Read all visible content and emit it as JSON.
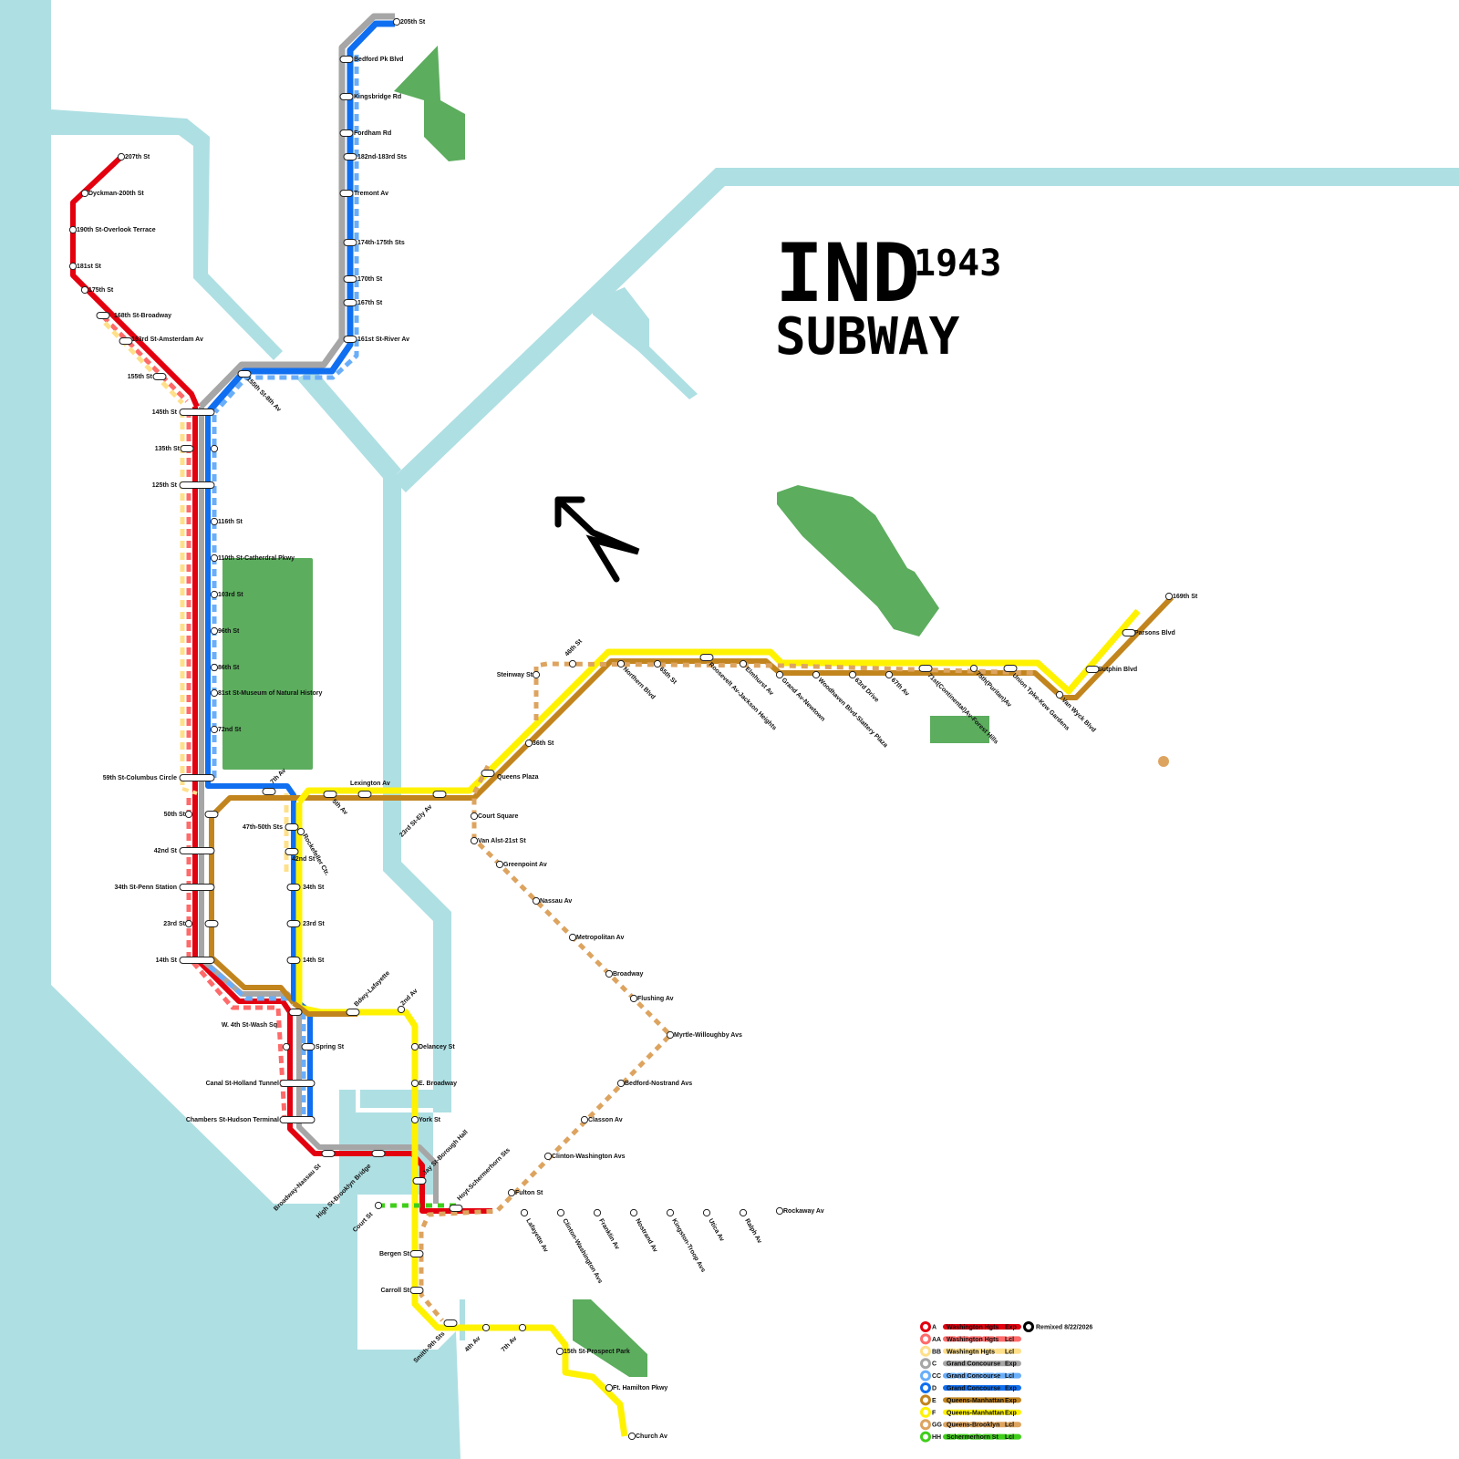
{
  "title": {
    "main": "IND",
    "year": "1943",
    "sub": "SUBWAY"
  },
  "remix_note": "Remixed 8/22/2026",
  "colors": {
    "water": "#aedfe3",
    "park": "#5cad5e",
    "red": "#e3000f",
    "red_light": "#ff6a6a",
    "cream": "#ffe08a",
    "gray": "#a6a6a6",
    "blue_light": "#6aaefa",
    "blue": "#0f6ff0",
    "brown": "#c2851e",
    "yellow": "#fff200",
    "tan": "#dda460",
    "green": "#3fce1a"
  },
  "stations": [
    {
      "id": "s1",
      "label": "207th St"
    },
    {
      "id": "s2",
      "label": "Dyckman-200th St"
    },
    {
      "id": "s3",
      "label": "190th St-Overlook Terrace"
    },
    {
      "id": "s4",
      "label": "181st St"
    },
    {
      "id": "s5",
      "label": "175th St"
    },
    {
      "id": "s6",
      "label": "168th St-Broadway"
    },
    {
      "id": "s7",
      "label": "163rd St-Amsterdam Av"
    },
    {
      "id": "s8",
      "label": "155th St"
    },
    {
      "id": "s9",
      "label": "155th St-8th Av"
    },
    {
      "id": "s10",
      "label": "145th St"
    },
    {
      "id": "s11",
      "label": "135th St"
    },
    {
      "id": "s12",
      "label": "125th St"
    },
    {
      "id": "s13",
      "label": "116th St"
    },
    {
      "id": "s14",
      "label": "110th St-Catherdral Pkwy"
    },
    {
      "id": "s15",
      "label": "103rd St"
    },
    {
      "id": "s16",
      "label": "96th St"
    },
    {
      "id": "s17",
      "label": "86th St"
    },
    {
      "id": "s18",
      "label": "81st St-Museum of Natural History"
    },
    {
      "id": "s19",
      "label": "72nd St"
    },
    {
      "id": "s20",
      "label": "59th St-Columbus Circle"
    },
    {
      "id": "s21",
      "label": "7th Av"
    },
    {
      "id": "s22",
      "label": "5th Av"
    },
    {
      "id": "s23",
      "label": "Lexington Av"
    },
    {
      "id": "s24",
      "label": "23rd St-Ely Av"
    },
    {
      "id": "s25",
      "label": "Queens Plaza"
    },
    {
      "id": "s26",
      "label": "50th St"
    },
    {
      "id": "s27",
      "label": "47th-50th Sts"
    },
    {
      "id": "s28",
      "label": "Rockefeller Ctr."
    },
    {
      "id": "s29",
      "label": "42nd St"
    },
    {
      "id": "s30",
      "label": "42nd St"
    },
    {
      "id": "s31",
      "label": "34th St-Penn Station"
    },
    {
      "id": "s32",
      "label": "34th St"
    },
    {
      "id": "s33",
      "label": "23rd St"
    },
    {
      "id": "s34",
      "label": "23rd St"
    },
    {
      "id": "s35",
      "label": "14th St"
    },
    {
      "id": "s36",
      "label": "14th St"
    },
    {
      "id": "s37",
      "label": "W. 4th St-Wash Sq"
    },
    {
      "id": "s38",
      "label": "Bdwy-Lafayette"
    },
    {
      "id": "s39",
      "label": "2nd Av"
    },
    {
      "id": "s40",
      "label": "Spring St"
    },
    {
      "id": "s41",
      "label": "Delancey St"
    },
    {
      "id": "s42",
      "label": "Canal St-Holland Tunnel"
    },
    {
      "id": "s43",
      "label": "E. Broadway"
    },
    {
      "id": "s44",
      "label": "Chambers St-Hudson Terminal"
    },
    {
      "id": "s45",
      "label": "York St"
    },
    {
      "id": "s46",
      "label": "Broadway-Nassau St"
    },
    {
      "id": "s47",
      "label": "High St-Brooklyn Bridge"
    },
    {
      "id": "s48",
      "label": "Jay St-Borough Hall"
    },
    {
      "id": "s49",
      "label": "Hoyt-Schermerhorn Sts"
    },
    {
      "id": "s50",
      "label": "Court St"
    },
    {
      "id": "s51",
      "label": "Bergen St"
    },
    {
      "id": "s52",
      "label": "Carroll St"
    },
    {
      "id": "s53",
      "label": "Smith-9th Sts"
    },
    {
      "id": "s54",
      "label": "4th Av"
    },
    {
      "id": "s55",
      "label": "7th Av"
    },
    {
      "id": "s56",
      "label": "15th St-Prospect Park"
    },
    {
      "id": "s57",
      "label": "Ft. Hamilton Pkwy"
    },
    {
      "id": "s58",
      "label": "Church Av"
    },
    {
      "id": "s59",
      "label": "Fulton St"
    },
    {
      "id": "s60",
      "label": "Lafayette Av"
    },
    {
      "id": "s61",
      "label": "Clinton-Washington Avs"
    },
    {
      "id": "s62",
      "label": "Franklin Av"
    },
    {
      "id": "s63",
      "label": "Nostrand Av"
    },
    {
      "id": "s64",
      "label": "Kingston-Troop Avs"
    },
    {
      "id": "s65",
      "label": "Utica Av"
    },
    {
      "id": "s66",
      "label": "Ralph Av"
    },
    {
      "id": "s67",
      "label": "Rockaway Av"
    },
    {
      "id": "s68",
      "label": "Court Square"
    },
    {
      "id": "s69",
      "label": "Van Alst-21st St"
    },
    {
      "id": "s70",
      "label": "Greenpoint Av"
    },
    {
      "id": "s71",
      "label": "Nassau Av"
    },
    {
      "id": "s72",
      "label": "Metropolitan Av"
    },
    {
      "id": "s73",
      "label": "Broadway"
    },
    {
      "id": "s74",
      "label": "Flushing Av"
    },
    {
      "id": "s75",
      "label": "Myrtle-Willoughby Avs"
    },
    {
      "id": "s76",
      "label": "Bedford-Nostrand Avs"
    },
    {
      "id": "s77",
      "label": "Classon Av"
    },
    {
      "id": "s78",
      "label": "Clinton-Washington Avs"
    },
    {
      "id": "s79",
      "label": "36th St"
    },
    {
      "id": "s80",
      "label": "Steinway St"
    },
    {
      "id": "s81",
      "label": "46th St"
    },
    {
      "id": "s82",
      "label": "Northern Blvd"
    },
    {
      "id": "s83",
      "label": "65th St"
    },
    {
      "id": "s84",
      "label": "Roosevelt Av-Jackson Heights"
    },
    {
      "id": "s85",
      "label": "Elmhurst Av"
    },
    {
      "id": "s86",
      "label": "Grand Av-Newtown"
    },
    {
      "id": "s87",
      "label": "Woodhaven Blvd-Slattery Plaza"
    },
    {
      "id": "s88",
      "label": "63rd Drive"
    },
    {
      "id": "s89",
      "label": "67th Av"
    },
    {
      "id": "s90",
      "label": "71st(Continental)Av-Forest Hills"
    },
    {
      "id": "s91",
      "label": "75th(Puritan)Av"
    },
    {
      "id": "s92",
      "label": "Union Tpke-Kew Gardens"
    },
    {
      "id": "s93",
      "label": "Van Wyck Blvd"
    },
    {
      "id": "s94",
      "label": "Sutphin Blvd"
    },
    {
      "id": "s95",
      "label": "Parsons Blvd"
    },
    {
      "id": "s96",
      "label": "169th St"
    },
    {
      "id": "s97",
      "label": "205th St"
    },
    {
      "id": "s98",
      "label": "Bedford Pk Blvd"
    },
    {
      "id": "s99",
      "label": "Kingsbridge Rd"
    },
    {
      "id": "s100",
      "label": "Fordham Rd"
    },
    {
      "id": "s101",
      "label": "182nd-183rd Sts"
    },
    {
      "id": "s102",
      "label": "Tremont Av"
    },
    {
      "id": "s103",
      "label": "174th-175th Sts"
    },
    {
      "id": "s104",
      "label": "170th St"
    },
    {
      "id": "s105",
      "label": "167th St"
    },
    {
      "id": "s106",
      "label": "161st St-River Av"
    }
  ],
  "legend": [
    {
      "service": "A",
      "route": "Washington Hgts",
      "type": "Exp",
      "color": "#e3000f",
      "dashed": false
    },
    {
      "service": "AA",
      "route": "Washington Hgts",
      "type": "Lcl",
      "color": "#ff6a6a",
      "dashed": true
    },
    {
      "service": "BB",
      "route": "Washingtn Hgts",
      "type": "Lcl",
      "color": "#ffe08a",
      "dashed": true
    },
    {
      "service": "C",
      "route": "Grand Concourse",
      "type": "Exp",
      "color": "#a6a6a6",
      "dashed": false
    },
    {
      "service": "CC",
      "route": "Grand Concourse",
      "type": "Lcl",
      "color": "#6aaefa",
      "dashed": true
    },
    {
      "service": "D",
      "route": "Grand Concourse",
      "type": "Exp",
      "color": "#0f6ff0",
      "dashed": false
    },
    {
      "service": "E",
      "route": "Queens-Manhattan",
      "type": "Exp",
      "color": "#c2851e",
      "dashed": false
    },
    {
      "service": "F",
      "route": "Queens-Manhattan",
      "type": "Exp",
      "color": "#fff200",
      "dashed": false
    },
    {
      "service": "GG",
      "route": "Queens-Brooklyn",
      "type": "Lcl",
      "color": "#dda460",
      "dashed": true
    },
    {
      "service": "HH",
      "route": "Schermerhorn St",
      "type": "Lcl",
      "color": "#3fce1a",
      "dashed": true
    }
  ]
}
